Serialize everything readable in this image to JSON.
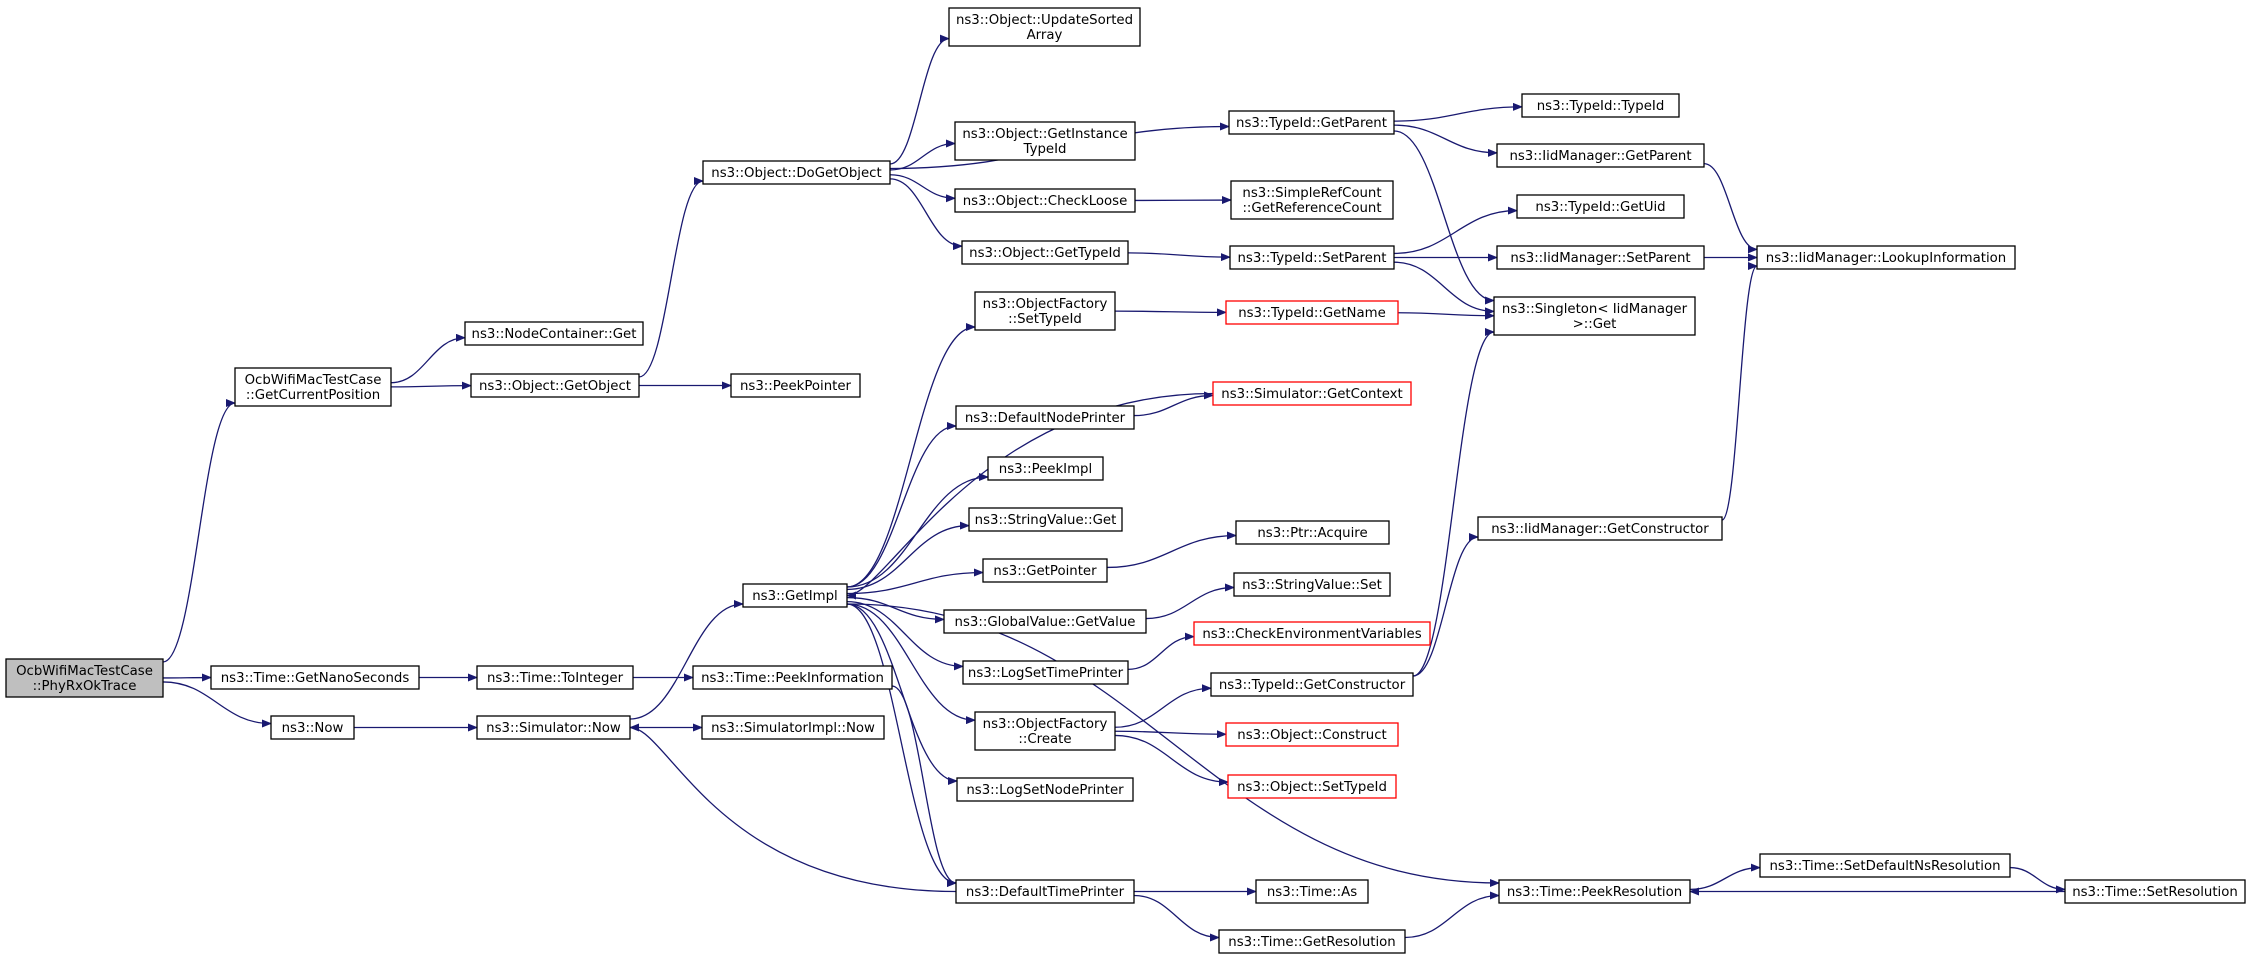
{
  "graph": {
    "title": "",
    "colors": {
      "edge": "#191970",
      "node_border": "#000000",
      "node_border_incomplete": "#ff0000",
      "root_fill": "#bfbfbf"
    },
    "nodes": [
      {
        "id": "root",
        "lines": [
          "OcbWifiMacTestCase",
          "::PhyRxOkTrace"
        ],
        "style": "root"
      },
      {
        "id": "getcurpos",
        "lines": [
          "OcbWifiMacTestCase",
          "::GetCurrentPosition"
        ]
      },
      {
        "id": "getnanosec",
        "lines": [
          "ns3::Time::GetNanoSeconds"
        ]
      },
      {
        "id": "now",
        "lines": [
          "ns3::Now"
        ]
      },
      {
        "id": "nodecont_get",
        "lines": [
          "ns3::NodeContainer::Get"
        ]
      },
      {
        "id": "obj_getobject",
        "lines": [
          "ns3::Object::GetObject"
        ]
      },
      {
        "id": "peekpointer",
        "lines": [
          "ns3::PeekPointer"
        ]
      },
      {
        "id": "time_tointeger",
        "lines": [
          "ns3::Time::ToInteger"
        ]
      },
      {
        "id": "sim_now",
        "lines": [
          "ns3::Simulator::Now"
        ]
      },
      {
        "id": "obj_dogetobject",
        "lines": [
          "ns3::Object::DoGetObject"
        ]
      },
      {
        "id": "getimpl",
        "lines": [
          "ns3::GetImpl"
        ]
      },
      {
        "id": "time_peekinfo",
        "lines": [
          "ns3::Time::PeekInformation"
        ]
      },
      {
        "id": "simimpl_now",
        "lines": [
          "ns3::SimulatorImpl::Now"
        ]
      },
      {
        "id": "obj_updatesorted",
        "lines": [
          "ns3::Object::UpdateSorted",
          "Array"
        ]
      },
      {
        "id": "obj_getinstancetypeid",
        "lines": [
          "ns3::Object::GetInstance",
          "TypeId"
        ]
      },
      {
        "id": "obj_checkloose",
        "lines": [
          "ns3::Object::CheckLoose"
        ]
      },
      {
        "id": "obj_gettypeid",
        "lines": [
          "ns3::Object::GetTypeId"
        ]
      },
      {
        "id": "objfactory_settypeid",
        "lines": [
          "ns3::ObjectFactory",
          "::SetTypeId"
        ]
      },
      {
        "id": "defaultnodeprinter",
        "lines": [
          "ns3::DefaultNodePrinter"
        ]
      },
      {
        "id": "peekimpl",
        "lines": [
          "ns3::PeekImpl"
        ]
      },
      {
        "id": "stringvalue_get",
        "lines": [
          "ns3::StringValue::Get"
        ]
      },
      {
        "id": "getpointer",
        "lines": [
          "ns3::GetPointer"
        ]
      },
      {
        "id": "globalvalue_getvalue",
        "lines": [
          "ns3::GlobalValue::GetValue"
        ]
      },
      {
        "id": "logsettimeprinter",
        "lines": [
          "ns3::LogSetTimePrinter"
        ]
      },
      {
        "id": "objfactory_create",
        "lines": [
          "ns3::ObjectFactory",
          "::Create"
        ]
      },
      {
        "id": "logsetnodeprinter",
        "lines": [
          "ns3::LogSetNodePrinter"
        ]
      },
      {
        "id": "defaulttimeprinter",
        "lines": [
          "ns3::DefaultTimePrinter"
        ]
      },
      {
        "id": "typeid_getparent",
        "lines": [
          "ns3::TypeId::GetParent"
        ]
      },
      {
        "id": "simplerefcount",
        "lines": [
          "ns3::SimpleRefCount",
          "::GetReferenceCount"
        ]
      },
      {
        "id": "typeid_setparent",
        "lines": [
          "ns3::TypeId::SetParent"
        ]
      },
      {
        "id": "typeid_getname",
        "lines": [
          "ns3::TypeId::GetName"
        ],
        "style": "red"
      },
      {
        "id": "sim_getcontext",
        "lines": [
          "ns3::Simulator::GetContext"
        ],
        "style": "red"
      },
      {
        "id": "ptr_acquire",
        "lines": [
          "ns3::Ptr::Acquire"
        ]
      },
      {
        "id": "stringvalue_set",
        "lines": [
          "ns3::StringValue::Set"
        ]
      },
      {
        "id": "checkenvvars",
        "lines": [
          "ns3::CheckEnvironmentVariables"
        ],
        "style": "red"
      },
      {
        "id": "typeid_getconstructor",
        "lines": [
          "ns3::TypeId::GetConstructor"
        ]
      },
      {
        "id": "obj_construct",
        "lines": [
          "ns3::Object::Construct"
        ],
        "style": "red"
      },
      {
        "id": "obj_settypeid",
        "lines": [
          "ns3::Object::SetTypeId"
        ],
        "style": "red"
      },
      {
        "id": "time_as",
        "lines": [
          "ns3::Time::As"
        ]
      },
      {
        "id": "time_getresolution",
        "lines": [
          "ns3::Time::GetResolution"
        ]
      },
      {
        "id": "typeid_typeid",
        "lines": [
          "ns3::TypeId::TypeId"
        ]
      },
      {
        "id": "iid_getparent",
        "lines": [
          "ns3::IidManager::GetParent"
        ]
      },
      {
        "id": "typeid_getuid",
        "lines": [
          "ns3::TypeId::GetUid"
        ]
      },
      {
        "id": "iid_setparent",
        "lines": [
          "ns3::IidManager::SetParent"
        ]
      },
      {
        "id": "singleton_get",
        "lines": [
          "ns3::Singleton< IidManager",
          ">::Get"
        ]
      },
      {
        "id": "iid_getconstructor",
        "lines": [
          "ns3::IidManager::GetConstructor"
        ]
      },
      {
        "id": "time_peekresolution",
        "lines": [
          "ns3::Time::PeekResolution"
        ]
      },
      {
        "id": "iid_lookupinfo",
        "lines": [
          "ns3::IidManager::LookupInformation"
        ]
      },
      {
        "id": "time_setdefaultnsres",
        "lines": [
          "ns3::Time::SetDefaultNsResolution"
        ]
      },
      {
        "id": "time_setresolution",
        "lines": [
          "ns3::Time::SetResolution"
        ]
      }
    ],
    "edges": [
      [
        "root",
        "getcurpos"
      ],
      [
        "root",
        "getnanosec"
      ],
      [
        "root",
        "now"
      ],
      [
        "getcurpos",
        "nodecont_get"
      ],
      [
        "getcurpos",
        "obj_getobject"
      ],
      [
        "obj_getobject",
        "peekpointer"
      ],
      [
        "obj_getobject",
        "obj_dogetobject"
      ],
      [
        "getnanosec",
        "time_tointeger"
      ],
      [
        "time_tointeger",
        "time_peekinfo"
      ],
      [
        "now",
        "sim_now"
      ],
      [
        "sim_now",
        "getimpl"
      ],
      [
        "sim_now",
        "simimpl_now"
      ],
      [
        "obj_dogetobject",
        "obj_updatesorted"
      ],
      [
        "obj_dogetobject",
        "typeid_getparent"
      ],
      [
        "obj_dogetobject",
        "obj_getinstancetypeid"
      ],
      [
        "obj_dogetobject",
        "obj_checkloose"
      ],
      [
        "obj_dogetobject",
        "obj_gettypeid"
      ],
      [
        "obj_checkloose",
        "simplerefcount"
      ],
      [
        "obj_gettypeid",
        "typeid_setparent"
      ],
      [
        "typeid_getparent",
        "typeid_typeid"
      ],
      [
        "typeid_getparent",
        "iid_getparent"
      ],
      [
        "typeid_getparent",
        "singleton_get"
      ],
      [
        "iid_getparent",
        "iid_lookupinfo"
      ],
      [
        "typeid_setparent",
        "typeid_getuid"
      ],
      [
        "typeid_setparent",
        "iid_setparent"
      ],
      [
        "typeid_setparent",
        "singleton_get"
      ],
      [
        "iid_setparent",
        "iid_lookupinfo"
      ],
      [
        "getimpl",
        "objfactory_settypeid"
      ],
      [
        "getimpl",
        "defaultnodeprinter"
      ],
      [
        "getimpl",
        "peekimpl"
      ],
      [
        "getimpl",
        "stringvalue_get"
      ],
      [
        "getimpl",
        "getpointer"
      ],
      [
        "getimpl",
        "globalvalue_getvalue"
      ],
      [
        "getimpl",
        "logsettimeprinter"
      ],
      [
        "getimpl",
        "objfactory_create"
      ],
      [
        "getimpl",
        "logsetnodeprinter"
      ],
      [
        "getimpl",
        "defaulttimeprinter"
      ],
      [
        "sim_getcontext",
        "getimpl"
      ],
      [
        "objfactory_settypeid",
        "typeid_getname"
      ],
      [
        "typeid_getname",
        "singleton_get"
      ],
      [
        "defaultnodeprinter",
        "sim_getcontext"
      ],
      [
        "getpointer",
        "ptr_acquire"
      ],
      [
        "globalvalue_getvalue",
        "stringvalue_set"
      ],
      [
        "logsettimeprinter",
        "checkenvvars"
      ],
      [
        "objfactory_create",
        "typeid_getconstructor"
      ],
      [
        "objfactory_create",
        "obj_construct"
      ],
      [
        "objfactory_create",
        "obj_settypeid"
      ],
      [
        "typeid_getconstructor",
        "iid_getconstructor"
      ],
      [
        "typeid_getconstructor",
        "singleton_get"
      ],
      [
        "iid_getconstructor",
        "iid_lookupinfo"
      ],
      [
        "defaulttimeprinter",
        "sim_now"
      ],
      [
        "defaulttimeprinter",
        "time_as"
      ],
      [
        "defaulttimeprinter",
        "time_getresolution"
      ],
      [
        "time_peekinfo",
        "defaulttimeprinter"
      ],
      [
        "getimpl",
        "time_peekresolution"
      ],
      [
        "time_getresolution",
        "time_peekresolution"
      ],
      [
        "time_peekresolution",
        "time_setdefaultnsres"
      ],
      [
        "time_setdefaultnsres",
        "time_setresolution"
      ],
      [
        "time_setresolution",
        "time_peekresolution"
      ]
    ]
  }
}
